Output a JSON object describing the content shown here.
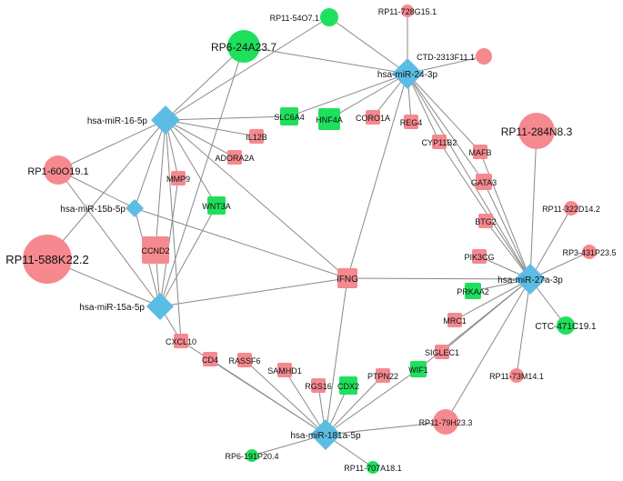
{
  "colors": {
    "mirna": "#5bbde4",
    "lncrna": "#f5898f",
    "mrna_pink": "#f5898f",
    "mrna_green": "#1fe05d",
    "edge": "#8a8a8a"
  },
  "nodes": [
    {
      "id": "mir16",
      "label": "hsa-miR-16-5p",
      "kind": "mirna"
    },
    {
      "id": "mir15b",
      "label": "hsa-miR-15b-5p",
      "kind": "mirna"
    },
    {
      "id": "mir15a",
      "label": "hsa-miR-15a-5p",
      "kind": "mirna"
    },
    {
      "id": "mir24",
      "label": "hsa-miR-24-3p",
      "kind": "mirna"
    },
    {
      "id": "mir27a",
      "label": "hsa-miR-27a-3p",
      "kind": "mirna"
    },
    {
      "id": "mir181a",
      "label": "hsa-miR-181a-5p",
      "kind": "mirna"
    },
    {
      "id": "rp11_54o7",
      "label": "RP11-54O7.1",
      "kind": "lnc_green"
    },
    {
      "id": "rp11_728g15",
      "label": "RP11-728G15.1",
      "kind": "lnc_pink"
    },
    {
      "id": "ctd_2313f11",
      "label": "CTD-2313F11.1",
      "kind": "lnc_pink"
    },
    {
      "id": "rp6_24a23",
      "label": "RP6-24A23.7",
      "kind": "lnc_green"
    },
    {
      "id": "rp11_284n8",
      "label": "RP11-284N8.3",
      "kind": "lnc_pink"
    },
    {
      "id": "rp1_60o19",
      "label": "RP1-60O19.1",
      "kind": "lnc_pink"
    },
    {
      "id": "rp11_588k22",
      "label": "RP11-588K22.2",
      "kind": "lnc_pink"
    },
    {
      "id": "rp11_322d14",
      "label": "RP11-322D14.2",
      "kind": "lnc_pink"
    },
    {
      "id": "rp3_431p23",
      "label": "RP3-431P23.5",
      "kind": "lnc_pink"
    },
    {
      "id": "ctc_471c19",
      "label": "CTC-471C19.1",
      "kind": "lnc_green"
    },
    {
      "id": "rp11_73m14",
      "label": "RP11-73M14.1",
      "kind": "lnc_pink"
    },
    {
      "id": "rp11_79h23",
      "label": "RP11-79H23.3",
      "kind": "lnc_pink"
    },
    {
      "id": "rp6_191p20",
      "label": "RP6-191P20.4",
      "kind": "lnc_green"
    },
    {
      "id": "rp11_707a18",
      "label": "RP11-707A18.1",
      "kind": "lnc_green"
    },
    {
      "id": "slc6a4",
      "label": "SLC6A4",
      "kind": "mrna_green"
    },
    {
      "id": "hnf4a",
      "label": "HNF4A",
      "kind": "mrna_green"
    },
    {
      "id": "coro1a",
      "label": "CORO1A",
      "kind": "mrna_pink"
    },
    {
      "id": "reg4",
      "label": "REG4",
      "kind": "mrna_pink"
    },
    {
      "id": "il12b",
      "label": "IL12B",
      "kind": "mrna_pink"
    },
    {
      "id": "cyp11b2",
      "label": "CYP11B2",
      "kind": "mrna_pink"
    },
    {
      "id": "mafb",
      "label": "MAFB",
      "kind": "mrna_pink"
    },
    {
      "id": "adora2a",
      "label": "ADORA2A",
      "kind": "mrna_pink"
    },
    {
      "id": "mmp9",
      "label": "MMP9",
      "kind": "mrna_pink"
    },
    {
      "id": "gata3",
      "label": "GATA3",
      "kind": "mrna_pink"
    },
    {
      "id": "wnt3a",
      "label": "WNT3A",
      "kind": "mrna_green"
    },
    {
      "id": "ccnd2",
      "label": "CCND2",
      "kind": "mrna_pink"
    },
    {
      "id": "btg2",
      "label": "BTG2",
      "kind": "mrna_pink"
    },
    {
      "id": "pik3cg",
      "label": "PIK3CG",
      "kind": "mrna_pink"
    },
    {
      "id": "ifng",
      "label": "IFNG",
      "kind": "mrna_pink"
    },
    {
      "id": "prkaa2",
      "label": "PRKAA2",
      "kind": "mrna_green"
    },
    {
      "id": "mrc1",
      "label": "MRC1",
      "kind": "mrna_pink"
    },
    {
      "id": "cxcl10",
      "label": "CXCL10",
      "kind": "mrna_pink"
    },
    {
      "id": "siglec1",
      "label": "SIGLEC1",
      "kind": "mrna_pink"
    },
    {
      "id": "cd4",
      "label": "CD4",
      "kind": "mrna_pink"
    },
    {
      "id": "rassf6",
      "label": "RASSF6",
      "kind": "mrna_pink"
    },
    {
      "id": "samhd1",
      "label": "SAMHD1",
      "kind": "mrna_pink"
    },
    {
      "id": "wif1",
      "label": "WIF1",
      "kind": "mrna_green"
    },
    {
      "id": "ptpn22",
      "label": "PTPN22",
      "kind": "mrna_pink"
    },
    {
      "id": "rgs16",
      "label": "RGS16",
      "kind": "mrna_pink"
    },
    {
      "id": "cdx2",
      "label": "CDX2",
      "kind": "mrna_green"
    }
  ],
  "edges": [
    [
      "mir16",
      "rp6_24a23"
    ],
    [
      "mir16",
      "rp11_54o7"
    ],
    [
      "mir16",
      "slc6a4"
    ],
    [
      "mir16",
      "il12b"
    ],
    [
      "mir16",
      "adora2a"
    ],
    [
      "mir16",
      "mmp9"
    ],
    [
      "mir16",
      "wnt3a"
    ],
    [
      "mir16",
      "ifng"
    ],
    [
      "mir16",
      "rp1_60o19"
    ],
    [
      "mir16",
      "rp11_588k22"
    ],
    [
      "mir16",
      "mir15b"
    ],
    [
      "mir16",
      "ccnd2"
    ],
    [
      "mir16",
      "cxcl10"
    ],
    [
      "mir15b",
      "rp1_60o19"
    ],
    [
      "mir15b",
      "ifng"
    ],
    [
      "mir15a",
      "rp6_24a23"
    ],
    [
      "mir15a",
      "rp1_60o19"
    ],
    [
      "mir15a",
      "rp11_588k22"
    ],
    [
      "mir15a",
      "mmp9"
    ],
    [
      "mir15a",
      "wnt3a"
    ],
    [
      "mir15a",
      "ccnd2"
    ],
    [
      "mir15a",
      "ifng"
    ],
    [
      "mir15a",
      "cxcl10"
    ],
    [
      "mir15a",
      "mir15b"
    ],
    [
      "mir24",
      "rp6_24a23"
    ],
    [
      "mir24",
      "rp11_54o7"
    ],
    [
      "mir24",
      "rp11_728g15"
    ],
    [
      "mir24",
      "ctd_2313f11"
    ],
    [
      "mir24",
      "slc6a4"
    ],
    [
      "mir24",
      "hnf4a"
    ],
    [
      "mir24",
      "coro1a"
    ],
    [
      "mir24",
      "reg4"
    ],
    [
      "mir24",
      "cyp11b2"
    ],
    [
      "mir24",
      "mafb"
    ],
    [
      "mir24",
      "gata3"
    ],
    [
      "mir24",
      "ifng"
    ],
    [
      "mir24",
      "mir27a"
    ],
    [
      "mir27a",
      "rp11_284n8"
    ],
    [
      "mir27a",
      "rp11_322d14"
    ],
    [
      "mir27a",
      "rp3_431p23"
    ],
    [
      "mir27a",
      "ctc_471c19"
    ],
    [
      "mir27a",
      "rp11_73m14"
    ],
    [
      "mir27a",
      "rp11_79h23"
    ],
    [
      "mir27a",
      "gata3"
    ],
    [
      "mir27a",
      "btg2"
    ],
    [
      "mir27a",
      "pik3cg"
    ],
    [
      "mir27a",
      "ifng"
    ],
    [
      "mir27a",
      "prkaa2"
    ],
    [
      "mir27a",
      "mrc1"
    ],
    [
      "mir27a",
      "siglec1"
    ],
    [
      "mir27a",
      "wif1"
    ],
    [
      "mir27a",
      "cyp11b2"
    ],
    [
      "mir27a",
      "mafb"
    ],
    [
      "mir181a",
      "ifng"
    ],
    [
      "mir181a",
      "cxcl10"
    ],
    [
      "mir181a",
      "cd4"
    ],
    [
      "mir181a",
      "rassf6"
    ],
    [
      "mir181a",
      "samhd1"
    ],
    [
      "mir181a",
      "rgs16"
    ],
    [
      "mir181a",
      "cdx2"
    ],
    [
      "mir181a",
      "ptpn22"
    ],
    [
      "mir181a",
      "wif1"
    ],
    [
      "mir181a",
      "rp11_79h23"
    ],
    [
      "mir181a",
      "rp6_191p20"
    ],
    [
      "mir181a",
      "rp11_707a18"
    ]
  ]
}
